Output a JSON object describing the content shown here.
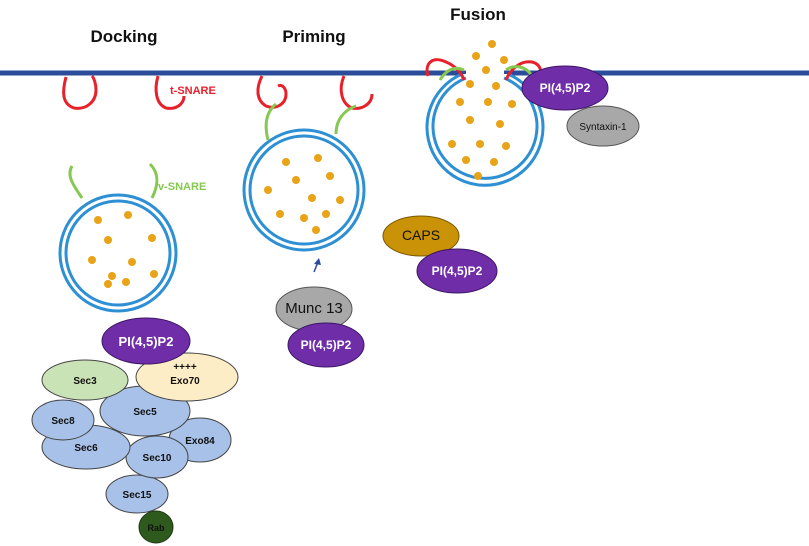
{
  "stages": {
    "docking": "Docking",
    "priming": "Priming",
    "fusion": "Fusion"
  },
  "labels": {
    "t_snare": "t-SNARE",
    "v_snare": "v-SNARE"
  },
  "docking": {
    "pip2": "PI(4,5)P2",
    "sec3": "Sec3",
    "exo70": "Exo70",
    "exo70_charge": "++++",
    "sec8": "Sec8",
    "sec5": "Sec5",
    "sec6": "Sec6",
    "exo84": "Exo84",
    "sec10": "Sec10",
    "sec15": "Sec15",
    "rab": "Rab"
  },
  "priming": {
    "munc13": "Munc 13",
    "pip2": "PI(4,5)P2"
  },
  "fusion": {
    "caps": "CAPS",
    "pip2_caps": "PI(4,5)P2",
    "pip2_membrane": "PI(4,5)P2",
    "syntaxin": "Syntaxin-1"
  },
  "colors": {
    "membrane": "#2b4c9b",
    "vesicle": "#2d8fd4",
    "cargo": "#e8a317",
    "t_snare": "#e8202a",
    "v_snare": "#86c850",
    "pip2": "#6f2da8",
    "sec3": "#c9e2b6",
    "exo70": "#fdedc6",
    "exocyst": "#a8c1e8",
    "rab": "#2f5a1e",
    "munc13": "#a8a8a8",
    "syntaxin": "#a8a8a8",
    "caps": "#c99207"
  }
}
